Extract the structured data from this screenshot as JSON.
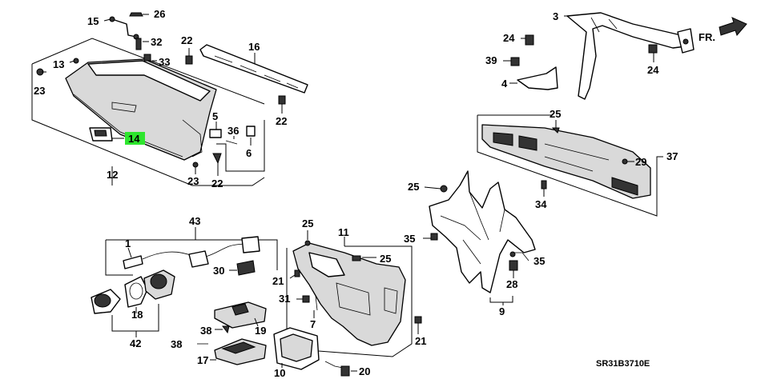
{
  "diagram": {
    "labels": {
      "p1": "1",
      "p3": "3",
      "p4": "4",
      "p5": "5",
      "p6": "6",
      "p7": "7",
      "p9": "9",
      "p10": "10",
      "p11": "11",
      "p12": "12",
      "p13": "13",
      "p14": "14",
      "p15": "15",
      "p16": "16",
      "p17": "17",
      "p18": "18",
      "p19": "19",
      "p20": "20",
      "p21": "21",
      "p22": "22",
      "p23": "23",
      "p24": "24",
      "p25": "25",
      "p26": "26",
      "p28": "28",
      "p29": "29",
      "p30": "30",
      "p31": "31",
      "p32": "32",
      "p33": "33",
      "p34": "34",
      "p35": "35",
      "p36": "36",
      "p37": "37",
      "p38": "38",
      "p39": "39",
      "p42": "42",
      "p43": "43"
    },
    "direction_label": "FR.",
    "drawing_code": "SR31B3710E",
    "highlight_color": "#2ee62e"
  }
}
